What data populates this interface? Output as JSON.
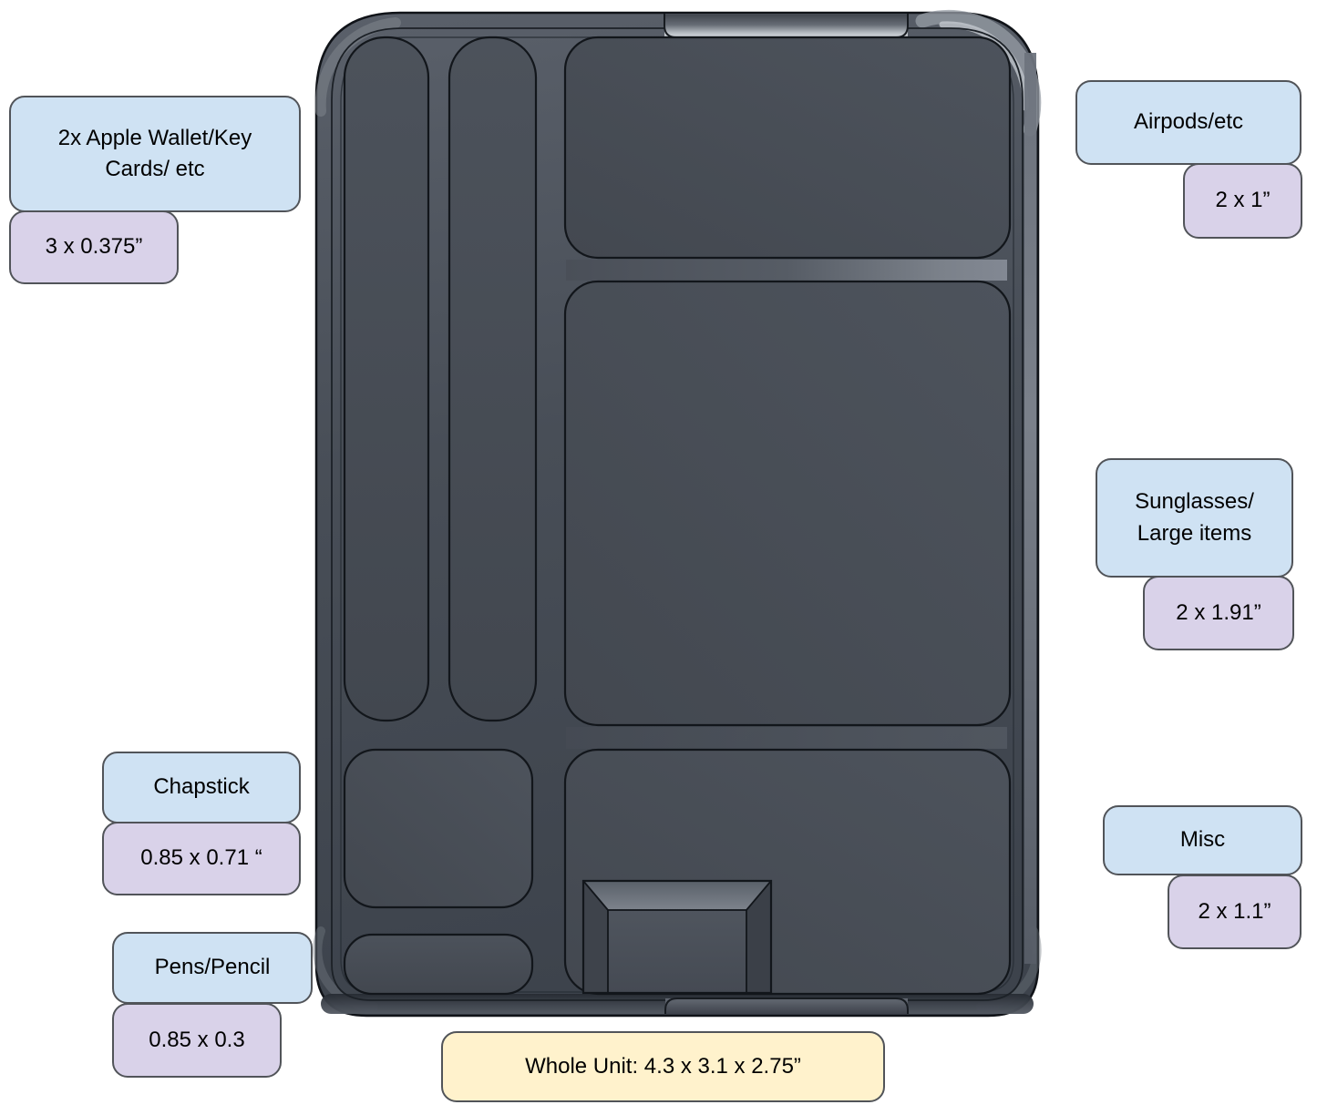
{
  "colors": {
    "background": "#ffffff",
    "label_blue": "#cfe2f3",
    "label_purple": "#d9d2e9",
    "label_yellow": "#fff2cc",
    "label_border": "#515459",
    "label_text": "#000000",
    "tray_body": "#4a505a",
    "tray_well": "#454b54",
    "tray_outline": "#14181d",
    "tray_highlight": "#c6cbd1"
  },
  "labels": {
    "wallet": {
      "title": "2x Apple Wallet/Key Cards/ etc",
      "dimensions": "3 x 0.375”"
    },
    "airpods": {
      "title": "Airpods/etc",
      "dimensions": "2 x 1”"
    },
    "sunglasses": {
      "title": "Sunglasses/ Large items",
      "dimensions": "2 x 1.91”"
    },
    "chapstick": {
      "title": "Chapstick",
      "dimensions": "0.85 x 0.71 “"
    },
    "pens": {
      "title": "Pens/Pencil",
      "dimensions": "0.85 x 0.3"
    },
    "misc": {
      "title": "Misc",
      "dimensions": "2 x 1.1”"
    },
    "whole_unit": {
      "text": "Whole Unit: 4.3 x 3.1 x 2.75”"
    }
  }
}
